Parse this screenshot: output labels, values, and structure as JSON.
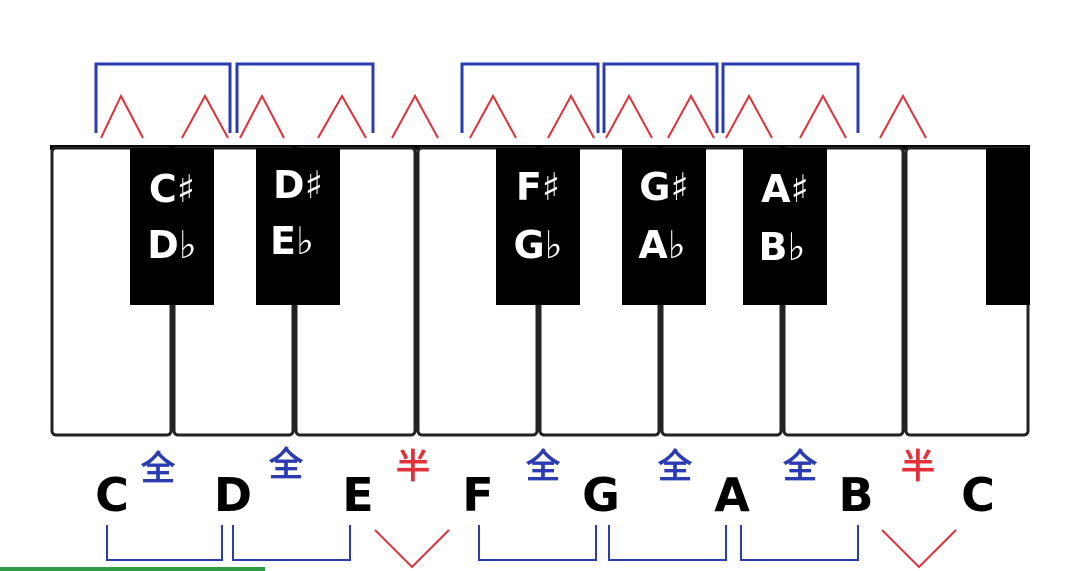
{
  "colors": {
    "whole_step": "#2b3bb0",
    "half_step": "#e0303a",
    "key_black": "#000000",
    "key_white": "#ffffff",
    "key_outline": "#222222"
  },
  "keyboard": {
    "white_keys": [
      "C",
      "D",
      "E",
      "F",
      "G",
      "A",
      "B",
      "C"
    ],
    "black_keys": [
      {
        "sharp": "C♯",
        "flat": "D♭"
      },
      {
        "sharp": "D♯",
        "flat": "E♭"
      },
      {
        "sharp": "F♯",
        "flat": "G♭"
      },
      {
        "sharp": "G♯",
        "flat": "A♭"
      },
      {
        "sharp": "A♯",
        "flat": "B♭"
      }
    ]
  },
  "intervals": [
    {
      "label": "全",
      "type": "whole"
    },
    {
      "label": "全",
      "type": "whole"
    },
    {
      "label": "半",
      "type": "half"
    },
    {
      "label": "全",
      "type": "whole"
    },
    {
      "label": "全",
      "type": "whole"
    },
    {
      "label": "全",
      "type": "whole"
    },
    {
      "label": "半",
      "type": "half"
    }
  ],
  "icons": {
    "step_mark": "caret-icon",
    "whole_bracket": "bracket-icon",
    "half_mark": "v-icon"
  }
}
